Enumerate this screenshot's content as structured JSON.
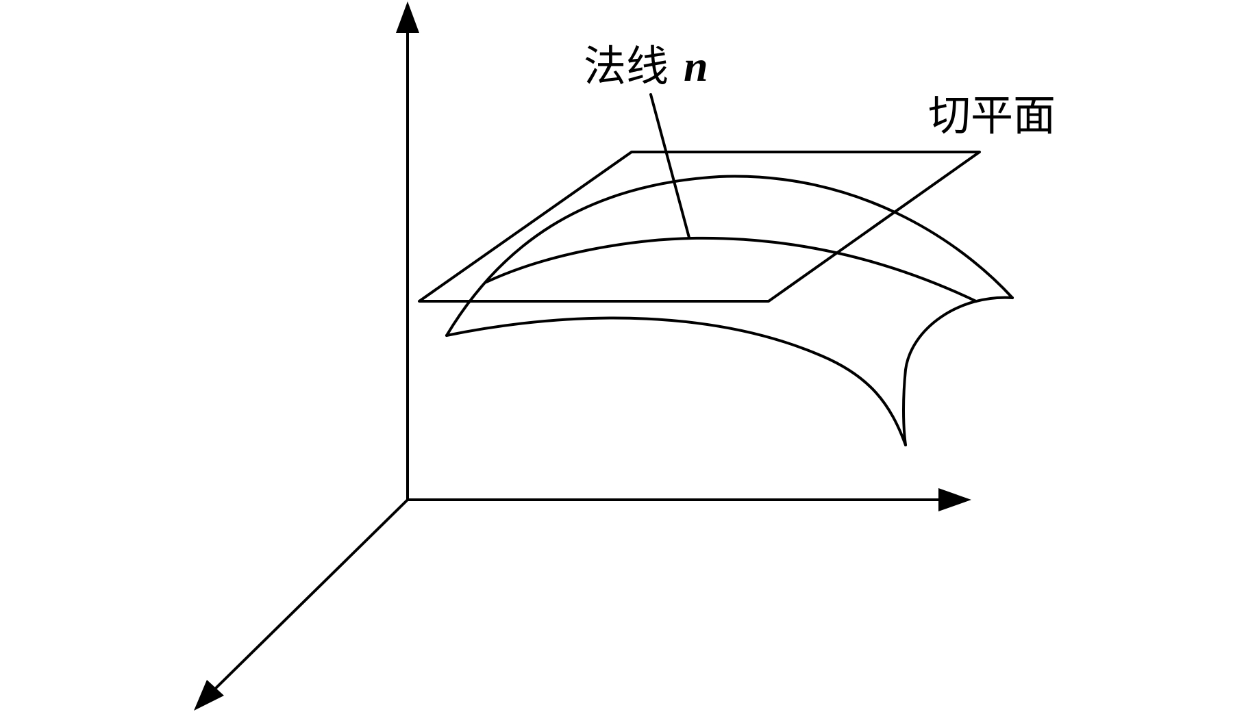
{
  "labels": {
    "normal_text": "法线",
    "normal_var": "n",
    "tangent_plane": "切平面"
  },
  "colors": {
    "ink": "#000000",
    "background": "#ffffff"
  }
}
